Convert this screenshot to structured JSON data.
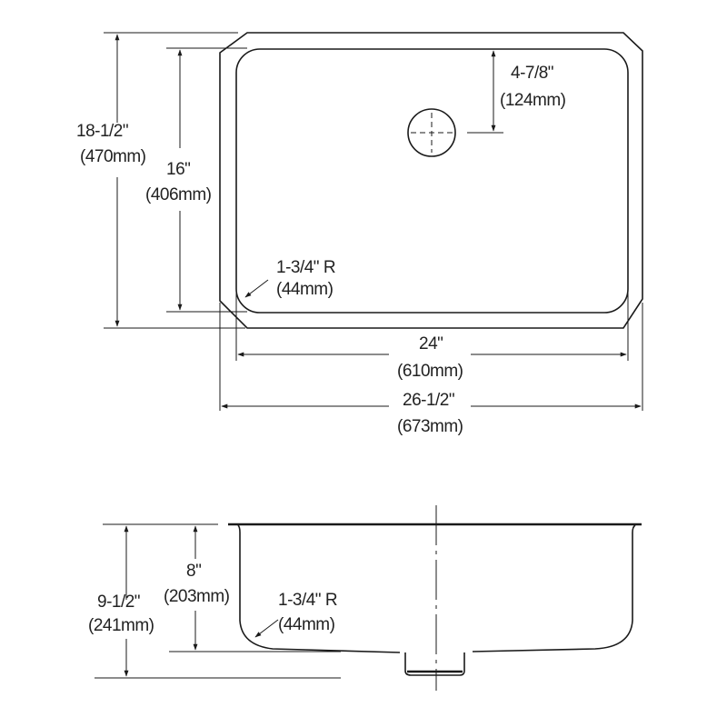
{
  "top_view": {
    "overall_depth": {
      "imperial": "18-1/2\"",
      "metric": "(470mm)"
    },
    "bowl_depth": {
      "imperial": "16\"",
      "metric": "(406mm)"
    },
    "drain_offset": {
      "imperial": "4-7/8\"",
      "metric": "(124mm)"
    },
    "corner_radius": {
      "imperial": "1-3/4\" R",
      "metric": "(44mm)"
    },
    "bowl_width": {
      "imperial": "24\"",
      "metric": "(610mm)"
    },
    "overall_width": {
      "imperial": "26-1/2\"",
      "metric": "(673mm)"
    }
  },
  "side_view": {
    "overall_height": {
      "imperial": "9-1/2\"",
      "metric": "(241mm)"
    },
    "bowl_height": {
      "imperial": "8\"",
      "metric": "(203mm)"
    },
    "corner_radius": {
      "imperial": "1-3/4\" R",
      "metric": "(44mm)"
    }
  }
}
